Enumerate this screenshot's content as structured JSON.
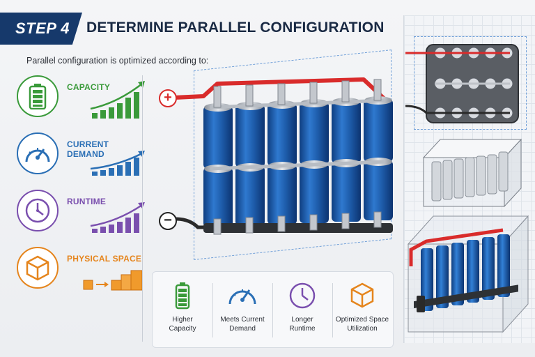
{
  "header": {
    "step": "STEP 4",
    "title": "DETERMINE PARALLEL CONFIGURATION",
    "intro": "Parallel configuration is optimized according to:"
  },
  "factors": [
    {
      "label": "CAPACITY",
      "icon": "battery-icon",
      "color": "#3a9a3a"
    },
    {
      "label": "CURRENT DEMAND",
      "icon": "gauge-icon",
      "color": "#2a6fb5"
    },
    {
      "label": "RUNTIME",
      "icon": "clock-icon",
      "color": "#7a4fae"
    },
    {
      "label": "PHYSICAL SPACE",
      "icon": "cube-icon",
      "color": "#e5851d"
    }
  ],
  "terminals": {
    "positive": "+",
    "negative": "−"
  },
  "benefits": [
    {
      "line1": "Higher",
      "line2": "Capacity",
      "icon": "battery-icon",
      "color": "#3a9a3a"
    },
    {
      "line1": "Meets Current",
      "line2": "Demand",
      "icon": "gauge-icon",
      "color": "#2a6fb5"
    },
    {
      "line1": "Longer",
      "line2": "Runtime",
      "icon": "clock-icon",
      "color": "#7a4fae"
    },
    {
      "line1": "Optimized Space",
      "line2": "Utilization",
      "icon": "cube-icon",
      "color": "#e5851d"
    }
  ],
  "colors": {
    "header_badge": "#16396b",
    "cell_blue": "#1f5fae",
    "positive_wire": "#d92b2b",
    "negative_wire": "#2a2a2a"
  }
}
